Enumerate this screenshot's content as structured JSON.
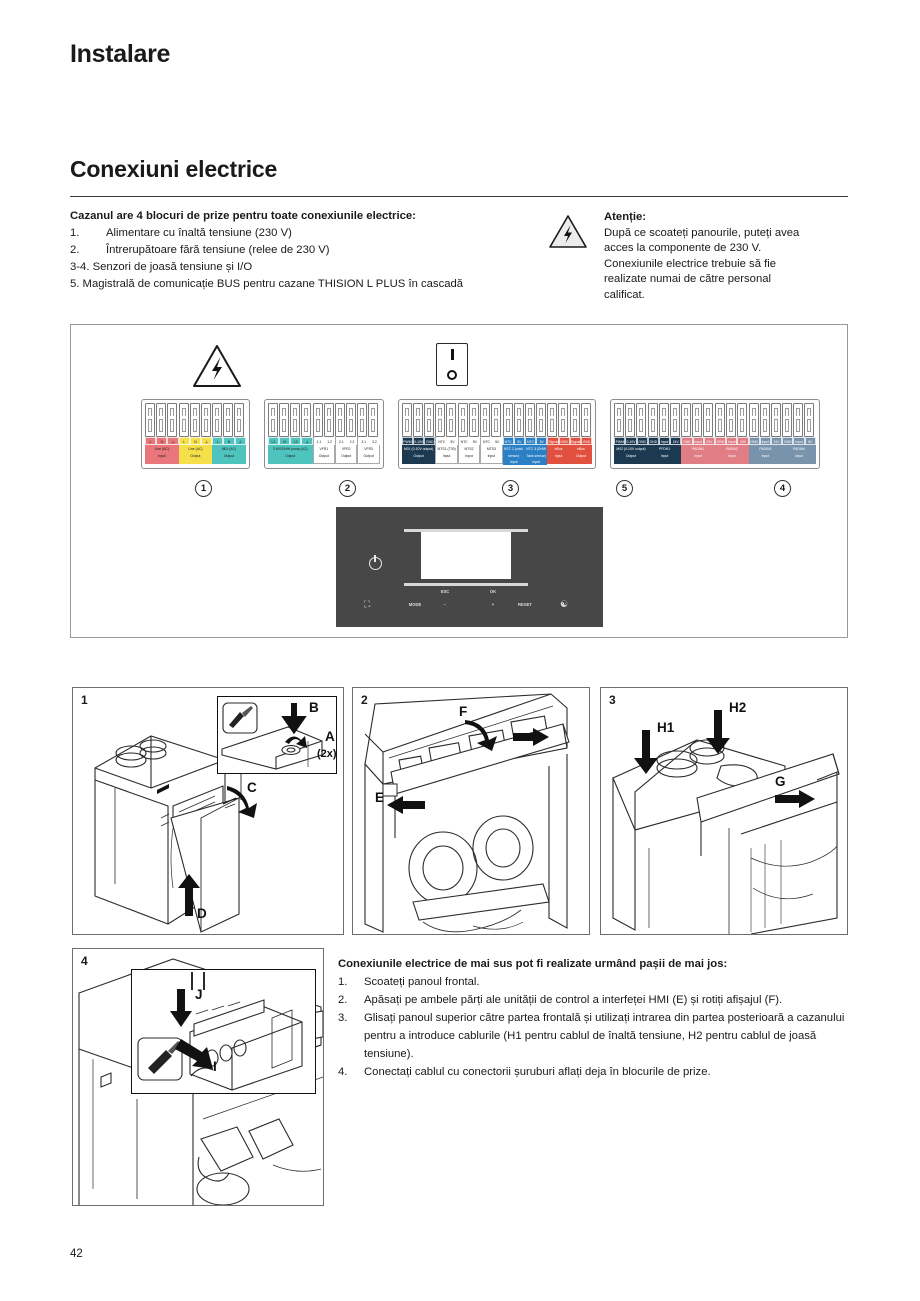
{
  "header": {
    "chapter": "Instalare",
    "section": "Conexiuni electrice"
  },
  "intro": {
    "lead": "Cazanul are 4 blocuri de prize pentru toate conexiunile electrice:",
    "items": [
      {
        "num": "1.",
        "text": "Alimentare cu înaltă tensiune (230 V)"
      },
      {
        "num": "2.",
        "text": "Întrerupătoare fără tensiune (relee de 230 V)"
      }
    ],
    "flat_items": [
      "3-4. Senzori de joasă tensiune și I/O",
      "5. Magistrală de comunicație BUS pentru cazane THISION L PLUS în cascadă"
    ]
  },
  "warning": {
    "icon": "high-voltage-hazard-icon",
    "title": "Atenție:",
    "lines": [
      "După ce scoateți panourile, puteți avea",
      "acces la componente de 230 V.",
      "Conexiunile electrice trebuie să fie",
      "realizate numai de către personal",
      "calificat."
    ]
  },
  "terminal_diagram": {
    "hazard_icon": "high-voltage-hazard-icon",
    "switch_icon": "rocker-switch-icon",
    "circle_numbers": [
      "1",
      "2",
      "3",
      "5",
      "4"
    ],
    "colors": {
      "red": "#e8767a",
      "yellow": "#f5e04a",
      "teal": "#4fc3bd",
      "navy": "#1b3a52",
      "blue": "#2b7fc4",
      "orange_red": "#e2503f",
      "pink": "#e07d85",
      "slate": "#7a93ad",
      "white": "#ffffff"
    },
    "blocks": [
      {
        "id": "block-1",
        "groups": [
          {
            "pins": [
              "L",
              "N",
              "⏚"
            ],
            "cap1": "Line (AC)",
            "cap2": "Input",
            "color": "#e8767a",
            "text": "light"
          },
          {
            "pins": [
              "L",
              "N",
              "⏚"
            ],
            "cap1": "Line (AC)",
            "cap2": "Output",
            "color": "#f5e04a",
            "text": "light"
          },
          {
            "pins": [
              "L",
              "N",
              "⏚"
            ],
            "cap1": "M01 (AC)",
            "cap2": "Output",
            "color": "#4fc3bd",
            "text": "light"
          }
        ]
      },
      {
        "id": "block-2",
        "groups": [
          {
            "pins": [
              "L1",
              "N",
              "L2",
              "⏚"
            ],
            "cap1": "3 WV/DHW pump (AC)",
            "cap2": "Output",
            "color": "#4fc3bd",
            "text": "light"
          },
          {
            "pins": [
              "1.1",
              "1.2"
            ],
            "cap1": "VFR1",
            "cap2": "Output",
            "color": "#ffffff",
            "text": "light"
          },
          {
            "pins": [
              "2.1",
              "2.2"
            ],
            "cap1": "VFR2",
            "cap2": "Output",
            "color": "#ffffff",
            "text": "light"
          },
          {
            "pins": [
              "3.1",
              "3.2"
            ],
            "cap1": "VFR3",
            "cap2": "Output",
            "color": "#ffffff",
            "text": "light"
          }
        ]
      },
      {
        "id": "block-3",
        "groups": [
          {
            "pins": [
              "PWM",
              "0-10V",
              "GND"
            ],
            "cap1": "M01 (0-10V output)",
            "cap2": "Output",
            "color": "#1b3a52",
            "text": "ondark"
          },
          {
            "pins": [
              "NTC",
              "5V"
            ],
            "cap1": "MTS1 (T30)",
            "cap2": "Input",
            "color": "#ffffff",
            "text": "light"
          },
          {
            "pins": [
              "NTC",
              "5V"
            ],
            "cap1": "MTS2",
            "cap2": "Input",
            "color": "#ffffff",
            "text": "light"
          },
          {
            "pins": [
              "NTC",
              "5V"
            ],
            "cap1": "MTS3",
            "cap2": "Input",
            "color": "#ffffff",
            "text": "light"
          },
          {
            "pins": [
              "NTC",
              "5V"
            ],
            "cap1": "NTC 2 (outd. sensor)",
            "cap2": "Input",
            "color": "#2b7fc4",
            "text": "ondark"
          },
          {
            "pins": [
              "NTC",
              "5V"
            ],
            "cap1": "NTC 3 (DHW Tank sensor)",
            "cap2": "Input",
            "color": "#2b7fc4",
            "text": "ondark"
          },
          {
            "pins": [
              "Signal",
              "GND"
            ],
            "cap1": "eBus",
            "cap2": "Input",
            "color": "#e2503f",
            "text": "ondark"
          },
          {
            "pins": [
              "Signal",
              "GND"
            ],
            "cap1": "eBus",
            "cap2": "Output",
            "color": "#e2503f",
            "text": "ondark"
          }
        ]
      },
      {
        "id": "block-4",
        "groups": [
          {
            "pins": [
              "PWM",
              "0-10V",
              "GND"
            ],
            "cap1": "M02 (0-10V output)",
            "cap2": "Output",
            "color": "#1b3a52",
            "text": "ondark"
          },
          {
            "pins": [
              "GND",
              "Input",
              "24V"
            ],
            "cap1": "PFDH1",
            "cap2": "Input",
            "color": "#1b3a52",
            "text": "ondark"
          },
          {
            "pins": [
              "GND",
              "Input",
              "24V"
            ],
            "cap1": "PADIN1",
            "cap2": "Input",
            "color": "#e07d85",
            "text": "ondark"
          },
          {
            "pins": [
              "GND",
              "Input",
              "24V"
            ],
            "cap1": "PADIN2",
            "cap2": "Input",
            "color": "#e07d85",
            "text": "ondark"
          },
          {
            "pins": [
              "GND",
              "Input",
              "24V"
            ],
            "cap1": "PADIN3",
            "cap2": "Input",
            "color": "#7a93ad",
            "text": "ondark"
          },
          {
            "pins": [
              "GND",
              "Input",
              "5V"
            ],
            "cap1": "PADIN4",
            "cap2": "Input",
            "color": "#7a93ad",
            "text": "ondark"
          }
        ]
      }
    ]
  },
  "hmi_panel": {
    "power_icon": "power-icon",
    "left_glyph": "chimney-icon",
    "right_glyph": "burner-flame-icon",
    "buttons": [
      {
        "label": "MODE"
      },
      {
        "label": "ESC"
      },
      {
        "label": "−"
      },
      {
        "label": "OK"
      },
      {
        "label": "+"
      },
      {
        "label": "RESET"
      }
    ]
  },
  "photos": [
    {
      "num": "1",
      "callouts": [
        "A",
        "B",
        "C",
        "D",
        "(2x)"
      ],
      "tool_icon": "screwdriver-icon"
    },
    {
      "num": "2",
      "callouts": [
        "E",
        "F"
      ]
    },
    {
      "num": "3",
      "callouts": [
        "H1",
        "H2",
        "G"
      ]
    },
    {
      "num": "4",
      "callouts": [
        "I",
        "J"
      ],
      "tool_icon": "screwdriver-icon"
    }
  ],
  "steps": {
    "lead": "Conexiunile electrice de mai sus pot fi realizate urmând pașii de mai jos:",
    "items": [
      {
        "num": "1.",
        "text": "Scoateți panoul frontal."
      },
      {
        "num": "2.",
        "text": "Apăsați pe ambele părți ale unității de control a interfeței HMI (E) și rotiți afișajul (F)."
      },
      {
        "num": "3.",
        "text": " Glisați panoul superior către partea frontală și utilizați intrarea din partea posterioară a cazanului pentru a introduce cablurile (H1 pentru cablul de înaltă tensiune, H2 pentru cablul de joasă tensiune)."
      },
      {
        "num": "4.",
        "text": "Conectați cablul cu conectorii șuruburi aflați deja în blocurile de prize."
      }
    ]
  },
  "footer": {
    "page_number": "42"
  }
}
